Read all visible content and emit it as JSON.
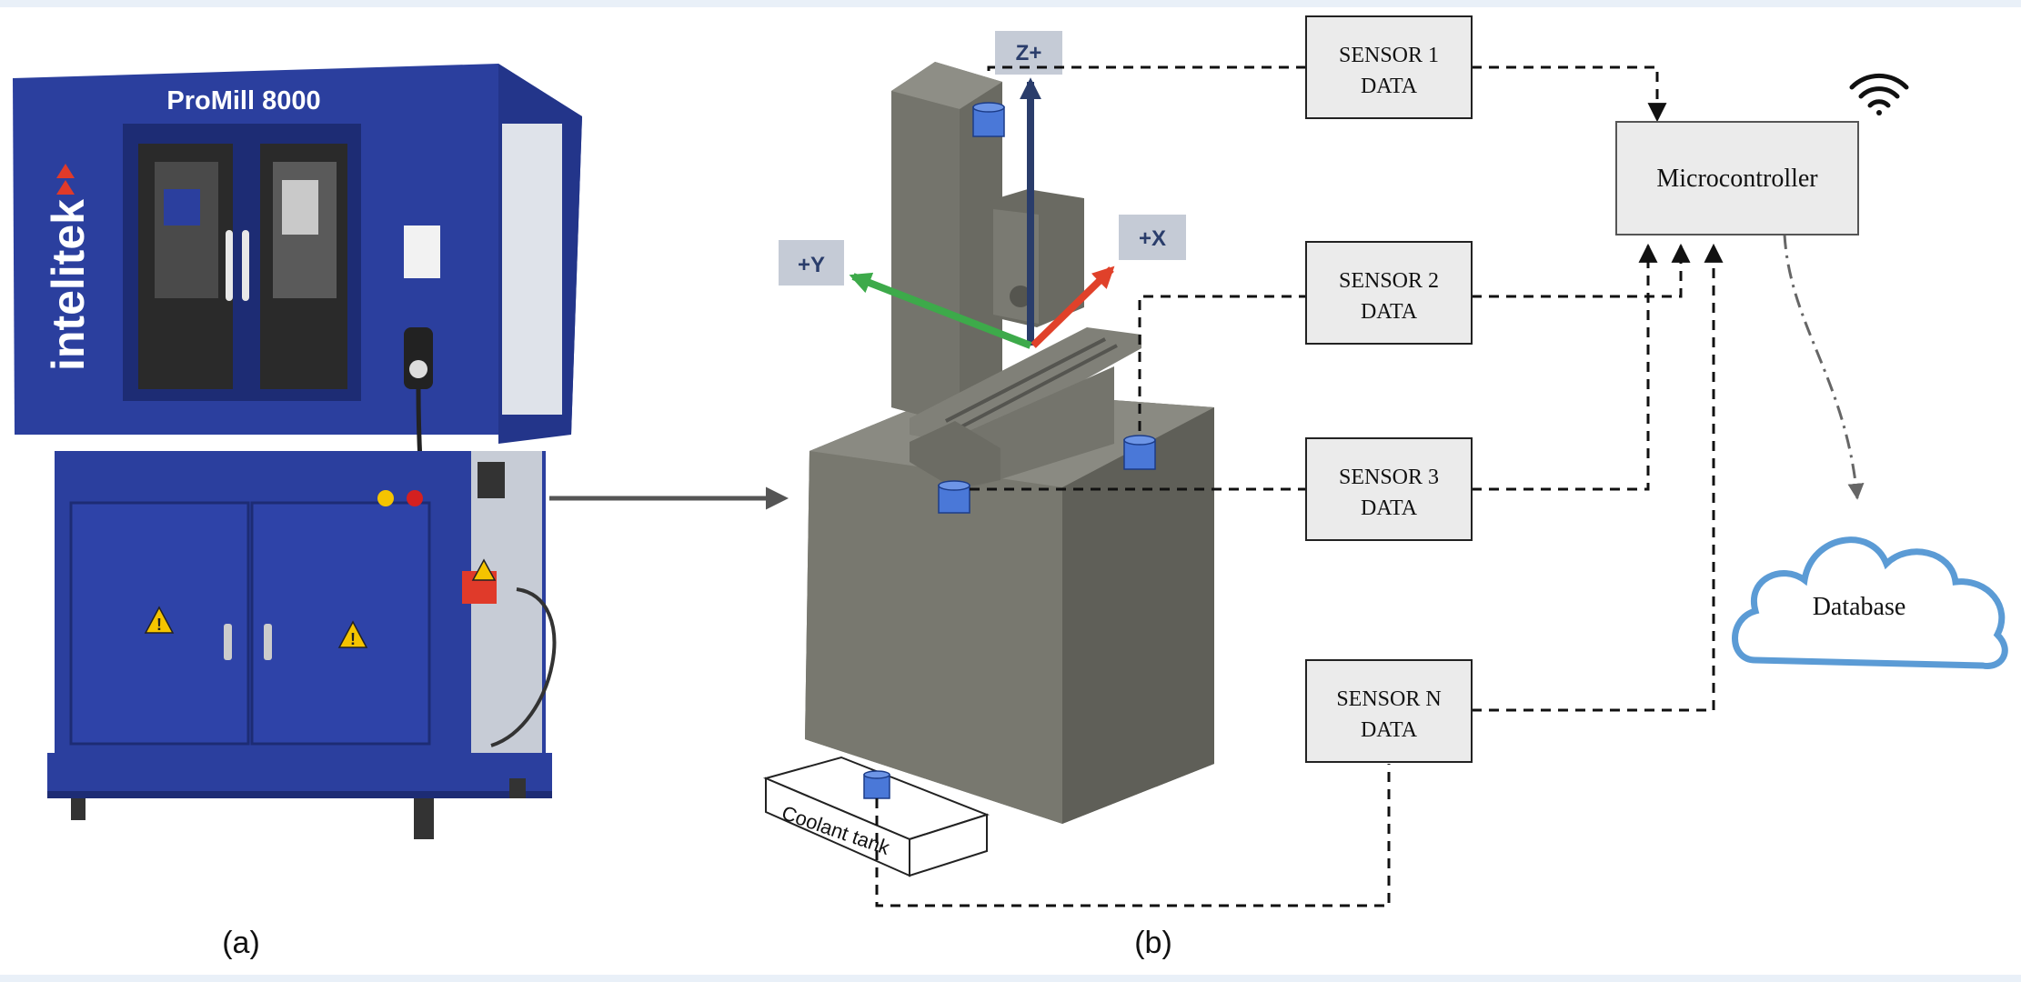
{
  "panels": {
    "a_label": "(a)",
    "b_label": "(b)"
  },
  "machine": {
    "model_name": "ProMill 8000",
    "brand_name": "intelitek"
  },
  "axes": {
    "z_label": "Z+",
    "x_label": "+X",
    "y_label": "+Y"
  },
  "coolant_tank_label": "Coolant tank",
  "sensors": [
    {
      "line1": "SENSOR 1",
      "line2": "DATA"
    },
    {
      "line1": "SENSOR 2",
      "line2": "DATA"
    },
    {
      "line1": "SENSOR 3",
      "line2": "DATA"
    },
    {
      "line1": "SENSOR N",
      "line2": "DATA"
    }
  ],
  "microcontroller_label": "Microcontroller",
  "database_label": "Database",
  "colors": {
    "machine_blue": "#2b3f9e",
    "machine_dark": "#1d2c74",
    "model_gray": "#707068",
    "sensor_blue": "#4a78d8",
    "box_fill": "#ebebeb",
    "cloud_stroke": "#5b9bd5",
    "axis_x": "#e0412a",
    "axis_y": "#3daa4a",
    "axis_z": "#2a3d6b"
  },
  "icons": [
    "wifi-icon",
    "cloud-icon",
    "warning-icon",
    "sensor-icon"
  ]
}
